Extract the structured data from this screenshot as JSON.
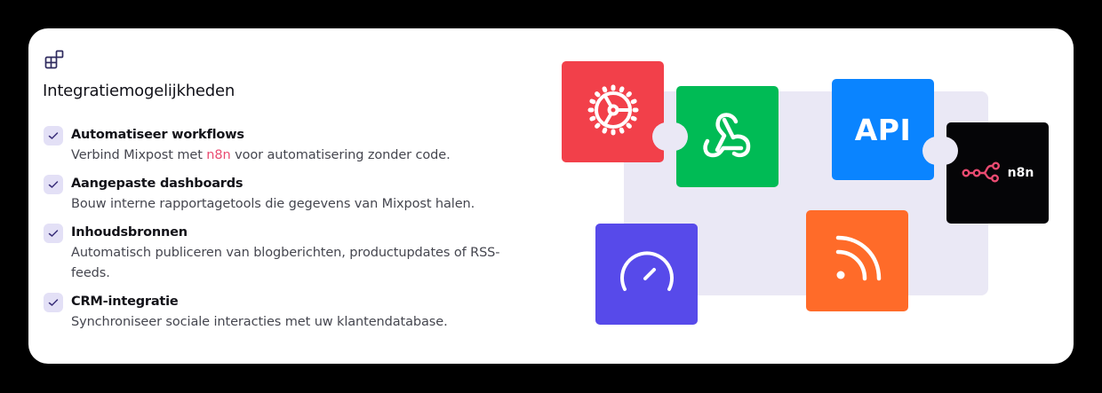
{
  "section": {
    "icon": "widgets-icon",
    "title": "Integratiemogelijkheden"
  },
  "features": [
    {
      "title": "Automatiseer workflows",
      "desc_before": "Verbind Mixpost met ",
      "desc_highlight": "n8n",
      "desc_after": " voor automatisering zonder code."
    },
    {
      "title": "Aangepaste dashboards",
      "desc": "Bouw interne rapportagetools die gegevens van Mixpost halen."
    },
    {
      "title": "Inhoudsbronnen",
      "desc": "Automatisch publiceren van blogberichten, productupdates of RSS-feeds."
    },
    {
      "title": "CRM-integratie",
      "desc": "Synchroniseer sociale interacties met uw klantendatabase."
    }
  ],
  "illustration": {
    "tiles": [
      {
        "name": "automation-gear",
        "icon": "gear-icon",
        "color": "#f2404a"
      },
      {
        "name": "webhook",
        "icon": "webhook-icon",
        "color": "#00bb55"
      },
      {
        "name": "api",
        "label": "API",
        "color": "#0a84ff"
      },
      {
        "name": "n8n",
        "label": "n8n",
        "icon": "n8n-logo-icon",
        "color": "#050507",
        "accent": "#ea4b71"
      },
      {
        "name": "dashboard",
        "icon": "speedometer-icon",
        "color": "#574aea"
      },
      {
        "name": "rss",
        "icon": "rss-icon",
        "color": "#ff6b29"
      }
    ],
    "panel_color": "#eae8f5"
  },
  "colors": {
    "check_bg": "#e3e0f6",
    "check_mark": "#3a2f7a",
    "icon_color": "#2e2a5e",
    "highlight": "#ea4b71"
  }
}
